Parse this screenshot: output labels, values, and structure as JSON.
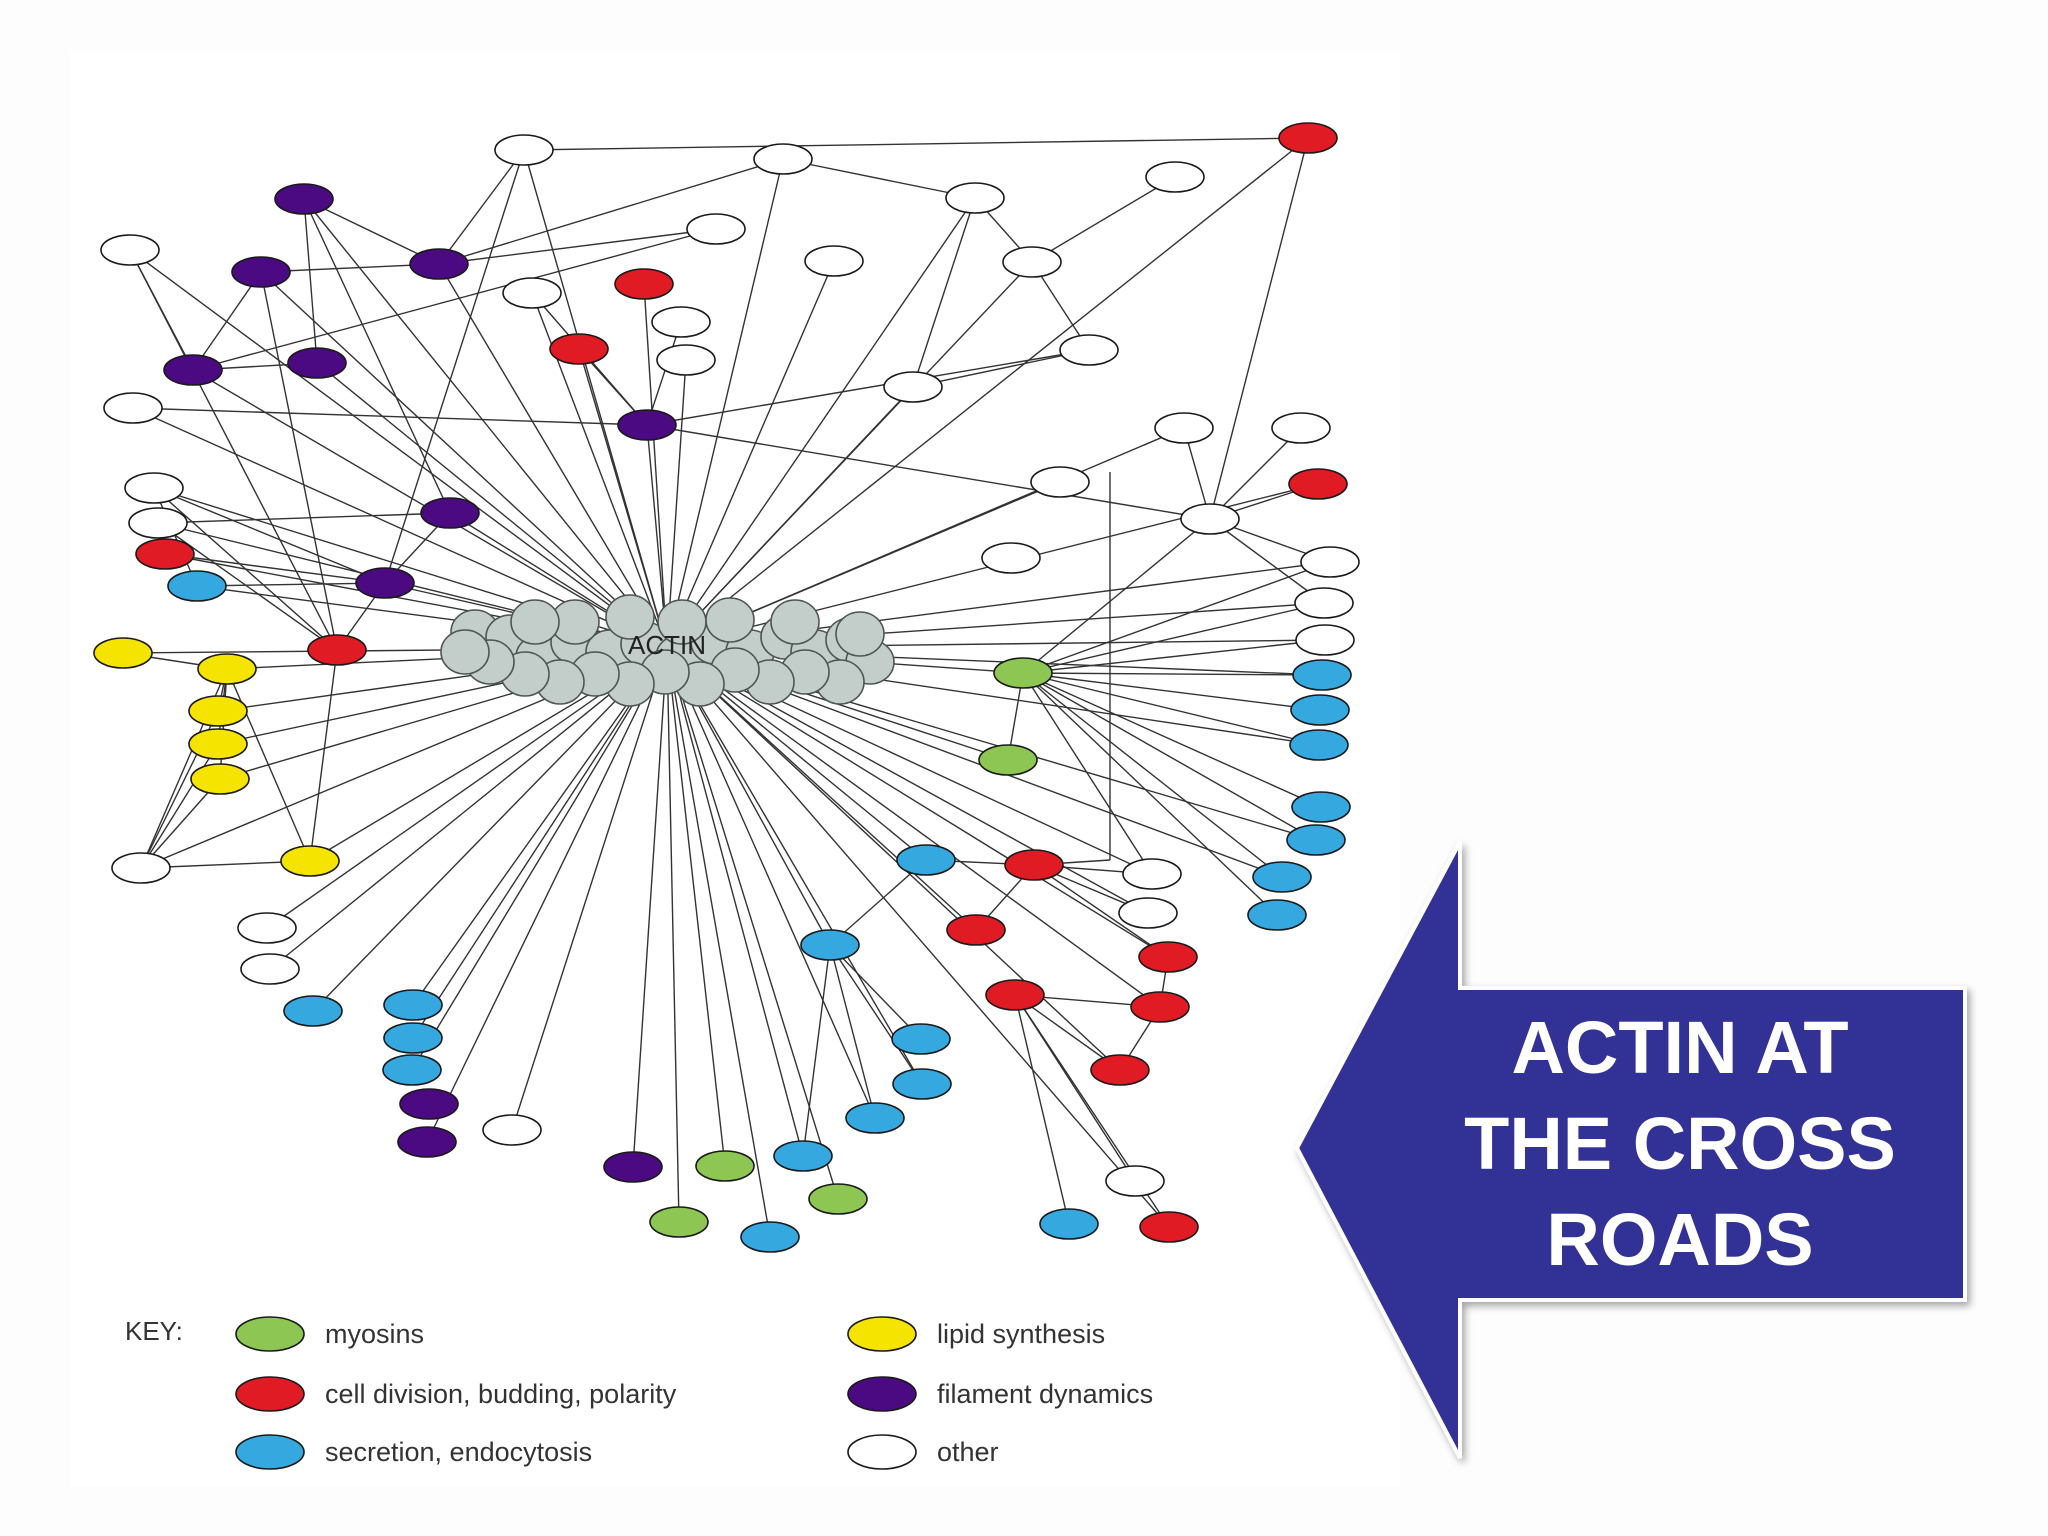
{
  "diagram": {
    "center_label": "ACTIN",
    "key_title": "KEY:",
    "legend": [
      {
        "id": "myosins",
        "label": "myosins",
        "color": "#8dc653"
      },
      {
        "id": "cell-division",
        "label": "cell division, budding, polarity",
        "color": "#e01b24"
      },
      {
        "id": "secretion",
        "label": "secretion, endocytosis",
        "color": "#36a8e0"
      },
      {
        "id": "lipid",
        "label": "lipid synthesis",
        "color": "#f5e400"
      },
      {
        "id": "filament",
        "label": "filament dynamics",
        "color": "#4b0a82"
      },
      {
        "id": "other",
        "label": "other",
        "color": "#ffffff"
      }
    ]
  },
  "callout": {
    "text": "ACTIN AT\nTHE CROSS\nROADS",
    "color": "#323296"
  }
}
